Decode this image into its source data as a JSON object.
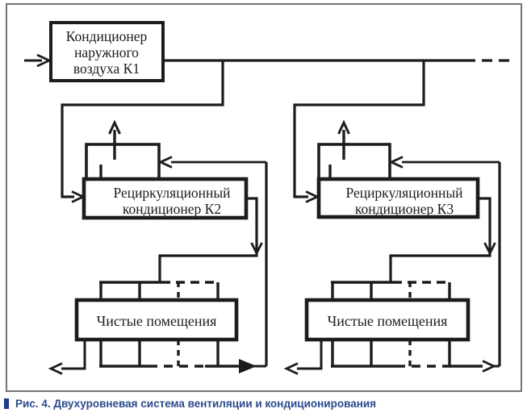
{
  "figure": {
    "caption": "Рис. 4. Двухуровневая система вентиляции и кондиционирования"
  },
  "diagram": {
    "outdoor_unit_k1": {
      "lines": [
        "Кондиционер",
        "наружного",
        "воздуха К1"
      ]
    },
    "recirc_unit_k2": {
      "lines": [
        "Рециркуляционный",
        "кондиционер К2"
      ]
    },
    "recirc_unit_k3": {
      "lines": [
        "Рециркуляционный",
        "кондиционер К3"
      ]
    },
    "clean_rooms_k2": {
      "label": "Чистые помещения"
    },
    "clean_rooms_k3": {
      "label": "Чистые помещения"
    }
  },
  "colors": {
    "line": "#1c1c1c",
    "frame": "#757575",
    "caption_text": "#2b4a8c",
    "caption_marker": "#1e3c87",
    "background": "#ffffff"
  }
}
